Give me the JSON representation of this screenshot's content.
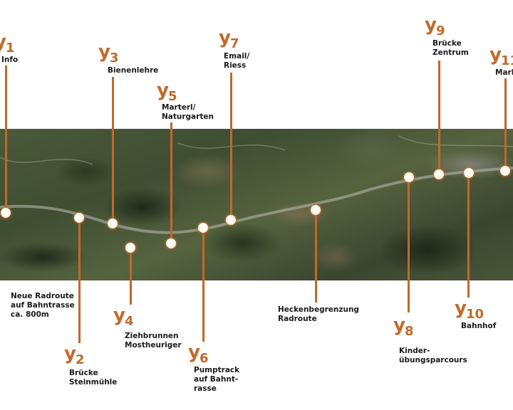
{
  "accent_color": "#c0692a",
  "map": {
    "description": "Aerial satellite view of valley with railway/cycle route"
  },
  "markers": [
    {
      "id": "y1",
      "label_letter": "y",
      "label_num": "1",
      "text": "Info"
    },
    {
      "id": "y2",
      "label_letter": "y",
      "label_num": "2",
      "text": "Brücke\nSteinmühle"
    },
    {
      "id": "y3",
      "label_letter": "y",
      "label_num": "3",
      "text": "Bienenlehre"
    },
    {
      "id": "y4",
      "label_letter": "y",
      "label_num": "4",
      "text": "Ziehbrunnen\nMostheuriger"
    },
    {
      "id": "y5",
      "label_letter": "y",
      "label_num": "5",
      "text": "Marterl/\nNaturgarten"
    },
    {
      "id": "y6",
      "label_letter": "y",
      "label_num": "6",
      "text": "Pumptrack\nauf Bahnt-\nrasse"
    },
    {
      "id": "y7",
      "label_letter": "y",
      "label_num": "7",
      "text": "Email/\nRiess"
    },
    {
      "id": "y8",
      "label_letter": "y",
      "label_num": "8",
      "text": "Kinder-\nübungsparcours"
    },
    {
      "id": "y9",
      "label_letter": "y",
      "label_num": "9",
      "text": "Brücke\nZentrum"
    },
    {
      "id": "y10",
      "label_letter": "y",
      "label_num": "10",
      "text": "Bahnhof"
    },
    {
      "id": "y11",
      "label_letter": "y",
      "label_num": "11",
      "text": "Markt"
    }
  ],
  "annotations": [
    {
      "id": "neue-radroute",
      "text": "Neue Radroute\nauf Bahntrasse\nca. 800m"
    },
    {
      "id": "heckenbegrenzung",
      "text": "Heckenbegrenzung\nRadroute"
    }
  ]
}
